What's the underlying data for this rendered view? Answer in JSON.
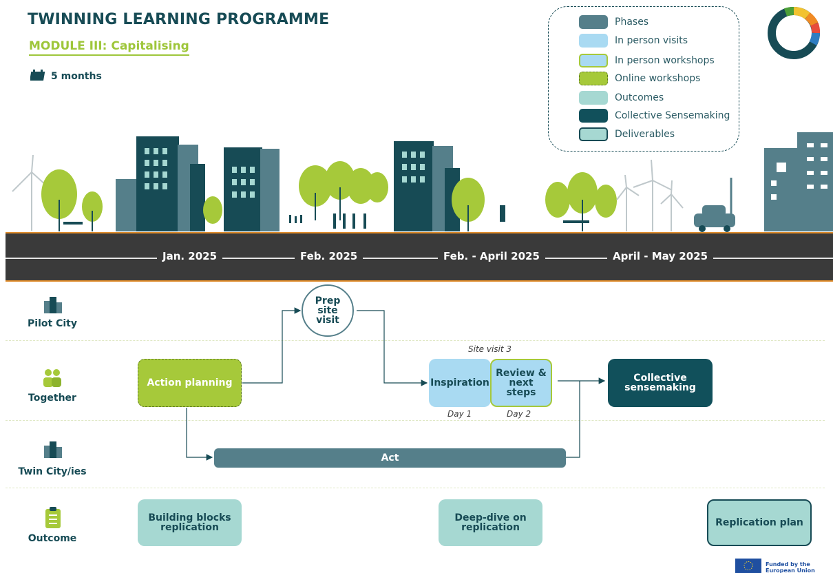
{
  "header": {
    "title": "TWINNING LEARNING PROGRAMME",
    "subtitle": "MODULE III: Capitalising",
    "duration": "5 months"
  },
  "legend": [
    {
      "label": "Phases",
      "color": "#557f8a"
    },
    {
      "label": "In person visits",
      "color": "#a9daf2"
    },
    {
      "label": "In person workshops",
      "color": "#a9daf2"
    },
    {
      "label": "Online workshops",
      "color": "#a6c93a"
    },
    {
      "label": "Outcomes",
      "color": "#a6d8d2"
    },
    {
      "label": "Collective Sensemaking",
      "color": "#11505b"
    },
    {
      "label": "Deliverables",
      "color": "#a6d8d2"
    }
  ],
  "timeline": [
    "Jan. 2025",
    "Feb. 2025",
    "Feb. - April 2025",
    "April - May 2025"
  ],
  "rows": {
    "pilot_city": "Pilot City",
    "together": "Together",
    "twin_city": "Twin City/ies",
    "outcome": "Outcome"
  },
  "flow": {
    "action_planning": "Action planning",
    "prep_site_visit": "Prep site visit",
    "site_visit": "Site visit 3",
    "inspiration": "Inspiration",
    "review": "Review & next steps",
    "day1": "Day 1",
    "day2": "Day 2",
    "collective": "Collective sensemaking",
    "act": "Act"
  },
  "outcomes": {
    "building_blocks": "Building blocks replication",
    "deep_dive": "Deep-dive on replication",
    "replication_plan": "Replication plan"
  },
  "footer": {
    "funded": "Funded by the European Union"
  },
  "colors": {
    "dark_teal": "#174b55",
    "phase": "#557f8a",
    "light_blue": "#a9daf2",
    "lime": "#a6c93a",
    "mint": "#a6d8d2",
    "road": "#3a3a3a",
    "accent_orange": "#e08c2b"
  }
}
